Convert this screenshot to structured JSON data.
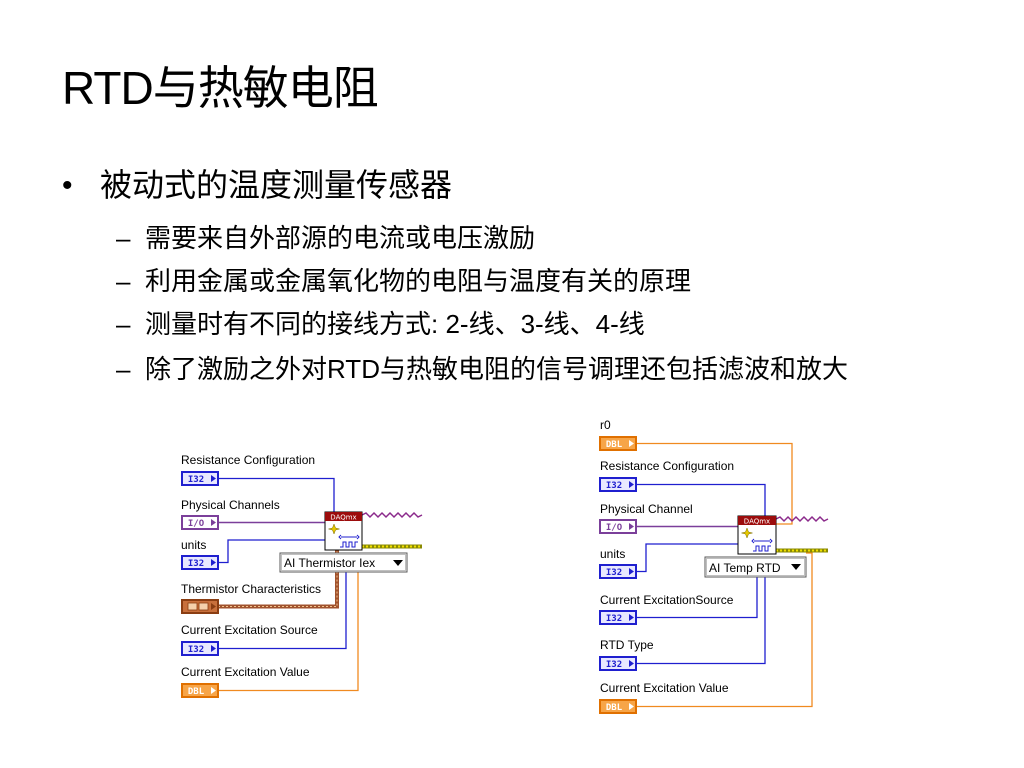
{
  "slide": {
    "title": "RTD与热敏电阻",
    "bullet_marker": "•",
    "bullet": "被动式的温度测量传感器",
    "dash_marker": "–",
    "sub_bullets": [
      "需要来自外部源的电流或电压激励",
      "利用金属或金属氧化物的电阻与温度有关的原理",
      "测量时有不同的接线方式: 2-线、3-线、4-线",
      "除了激励之外对RTD与热敏电阻的信号调理还包括滤波和放大"
    ]
  },
  "diagram_left": {
    "inputs": [
      {
        "label": "Resistance Configuration",
        "type": "I32"
      },
      {
        "label": "Physical Channels",
        "type": "I/O"
      },
      {
        "label": "units",
        "type": "I32"
      },
      {
        "label": "Thermistor Characteristics",
        "icon": "cluster-terminal-icon"
      },
      {
        "label": "Current Excitation Source",
        "type": "I32"
      },
      {
        "label": "Current Excitation Value",
        "type": "DBL"
      }
    ],
    "node_label": "DAQmx",
    "selector": "AI Thermistor Iex"
  },
  "diagram_right": {
    "inputs": [
      {
        "label": "r0",
        "type": "DBL"
      },
      {
        "label": "Resistance Configuration",
        "type": "I32"
      },
      {
        "label": "Physical Channel",
        "type": "I/O"
      },
      {
        "label": "units",
        "type": "I32"
      },
      {
        "label": "Current ExcitationSource",
        "type": "I32"
      },
      {
        "label": "RTD Type",
        "type": "I32"
      },
      {
        "label": "Current Excitation Value",
        "type": "DBL"
      }
    ],
    "node_label": "DAQmx",
    "selector": "AI Temp RTD"
  },
  "colors": {
    "i32": "#1f1fcf",
    "io": "#7b3f9a",
    "dbl": "#f08a20",
    "cluster": "#a0522d",
    "task_wire": "#8b2a8b",
    "error_wire": "#d8c800",
    "node_banner": "#9c0c0c"
  }
}
